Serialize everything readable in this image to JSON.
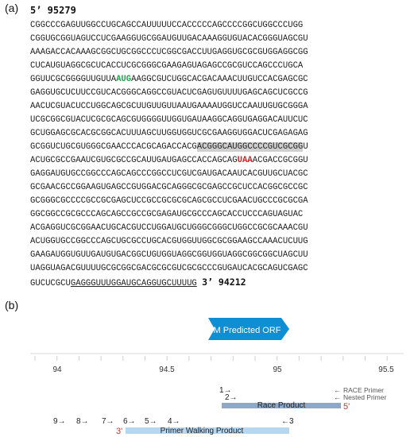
{
  "panel_a": {
    "label": "(a)",
    "header": "5’ 95279",
    "lines": [
      {
        "parts": [
          {
            "t": "CGGCCCGAGUUGGCCUGCAGCCAUUUUUCCACCCCCAGCCCCGGCUGGCCCUGG"
          }
        ]
      },
      {
        "parts": [
          {
            "t": "CGGUGCGGUAGUCCUCGAAGGUGCGGAUGUUGACAAAGGUGUACACGGGUAGCGU"
          }
        ]
      },
      {
        "parts": [
          {
            "t": "AAAGACCACAAAGCGGCUGCGGCCCUCGGCGACCUUGAGGUGCGCGUGGAGGCGG"
          }
        ]
      },
      {
        "parts": [
          {
            "t": "CUCAUGUAGGCGCUCACCUCGCGGGCGAAGAGUAGAGCCGCGUCCAGCCCUGCA"
          }
        ]
      },
      {
        "parts": [
          {
            "t": "GGUUCGCGGGGUUGUUA"
          },
          {
            "t": "AUG",
            "cls": "aug"
          },
          {
            "t": "AAGGCGUCUGGCACGACAAACUUGUCCACGAGCGC"
          }
        ]
      },
      {
        "parts": [
          {
            "t": "GAGGUGCUCUUCCGUCACGGGCAGGCCGUACUCGAGUGUUUUGAGCAGCUCGCCG"
          }
        ]
      },
      {
        "parts": [
          {
            "t": "AACUCGUACUCCUGGCAGCGCUUGUUGUUAAUGAAAAUGGUCCAAUUGUGCGGGA"
          }
        ]
      },
      {
        "parts": [
          {
            "t": "UCGCGGCGUACUCGCGCAGCGUGGGGUUGGUGAUAAGGCAGGUGAGGACAUUCUC"
          }
        ]
      },
      {
        "parts": [
          {
            "t": "GCUGGAGCGCACGCGGCACUUUAGCUUGGUGGUCGCGAAGGUGGACUCGAGAGAG"
          }
        ]
      },
      {
        "parts": [
          {
            "t": "GCGGUCUGCGUGGGCGAACCCACGCAGACCACG"
          },
          {
            "t": "ACGGGCAUGGCCCCGUCGCGG",
            "cls": "hl"
          },
          {
            "t": "U"
          }
        ]
      },
      {
        "parts": [
          {
            "t": "ACUGCGCCGAAUCGUGCGCCGCAUUGAUGAGCCACCAGCAG"
          },
          {
            "t": "UAA",
            "cls": "uaa"
          },
          {
            "t": "ACGACCGCGGU"
          }
        ]
      },
      {
        "parts": [
          {
            "t": "GAGGAUGUGCCGGCCCAGCAGCCCGGCCUCGUCGAUGACAAUCACGUUGCUACGC"
          }
        ]
      },
      {
        "parts": [
          {
            "t": "GCGAACGCCGGAAGUGAGCCGUGGACGCAGGGCGCGAGCCGCUCCACGGCGCCGC"
          }
        ]
      },
      {
        "parts": [
          {
            "t": "GCGGGCGCCCCGCCGCGAGCUCCGCCGCGCGCAGCGCCUCGAACUGCCCGCGCGA"
          }
        ]
      },
      {
        "parts": [
          {
            "t": "GGCGGCCGCGCCCAGCAGCCGCCGCGAGAUGCGCCCAGCACCUCCCAGUAGUAC"
          }
        ]
      },
      {
        "parts": [
          {
            "t": "ACGAGGUCGCGGAACUGCACGUCCUGGAUGCUGGGCGGGCUGGCCGCGCAAACGU"
          }
        ]
      },
      {
        "parts": [
          {
            "t": "ACUGGUGCCGGCCCAGCUGCGCCUGCACGUGGUUGGCGCGGAAGCCAAACUCUUG"
          }
        ]
      },
      {
        "parts": [
          {
            "t": "GAAGAUGGUGUUGAUGUGACGGCUGUGGUAGGCGGUGGUAGGCGGCGGCUAGCUU"
          }
        ]
      },
      {
        "parts": [
          {
            "t": "UAGGUAGACGUUUUGCGCGGCGACGCGCGUCGCGCCCGUGAUCACGCAGUCGAGC"
          }
        ]
      },
      {
        "parts": [
          {
            "t": "GUCUCGCU"
          },
          {
            "t": "GAGGGUUUGGAUGCAGGUGCUUUUG",
            "cls": "ul"
          },
          {
            "t": " "
          },
          {
            "t": "3’ 94212",
            "cls": "tail"
          }
        ]
      }
    ]
  },
  "panel_b": {
    "label": "(b)",
    "orf_label": "M Predicted ORF",
    "axis_ticks": [
      "94",
      "94.5",
      "95",
      "95.5"
    ],
    "race_primer_label": "RACE Primer",
    "nested_primer_label": "Nested Primer",
    "race_product_label": "Race Product",
    "race_end_label": "5'",
    "walking_product_label": "Primer Walking Product",
    "walking_end_label": "3'",
    "race_arrows": [
      "1→",
      "2→"
    ],
    "walking_arrows": [
      "9→",
      "8→",
      "7→",
      "6→",
      "5→",
      "4→"
    ],
    "reverse_primer": "←3",
    "arrow_left": "←",
    "colors": {
      "orf_fill": "#0e8fd4",
      "race_bar": "#8ea8c8",
      "walk_bar": "#b7d6ef",
      "red_label": "#c0392b"
    }
  }
}
